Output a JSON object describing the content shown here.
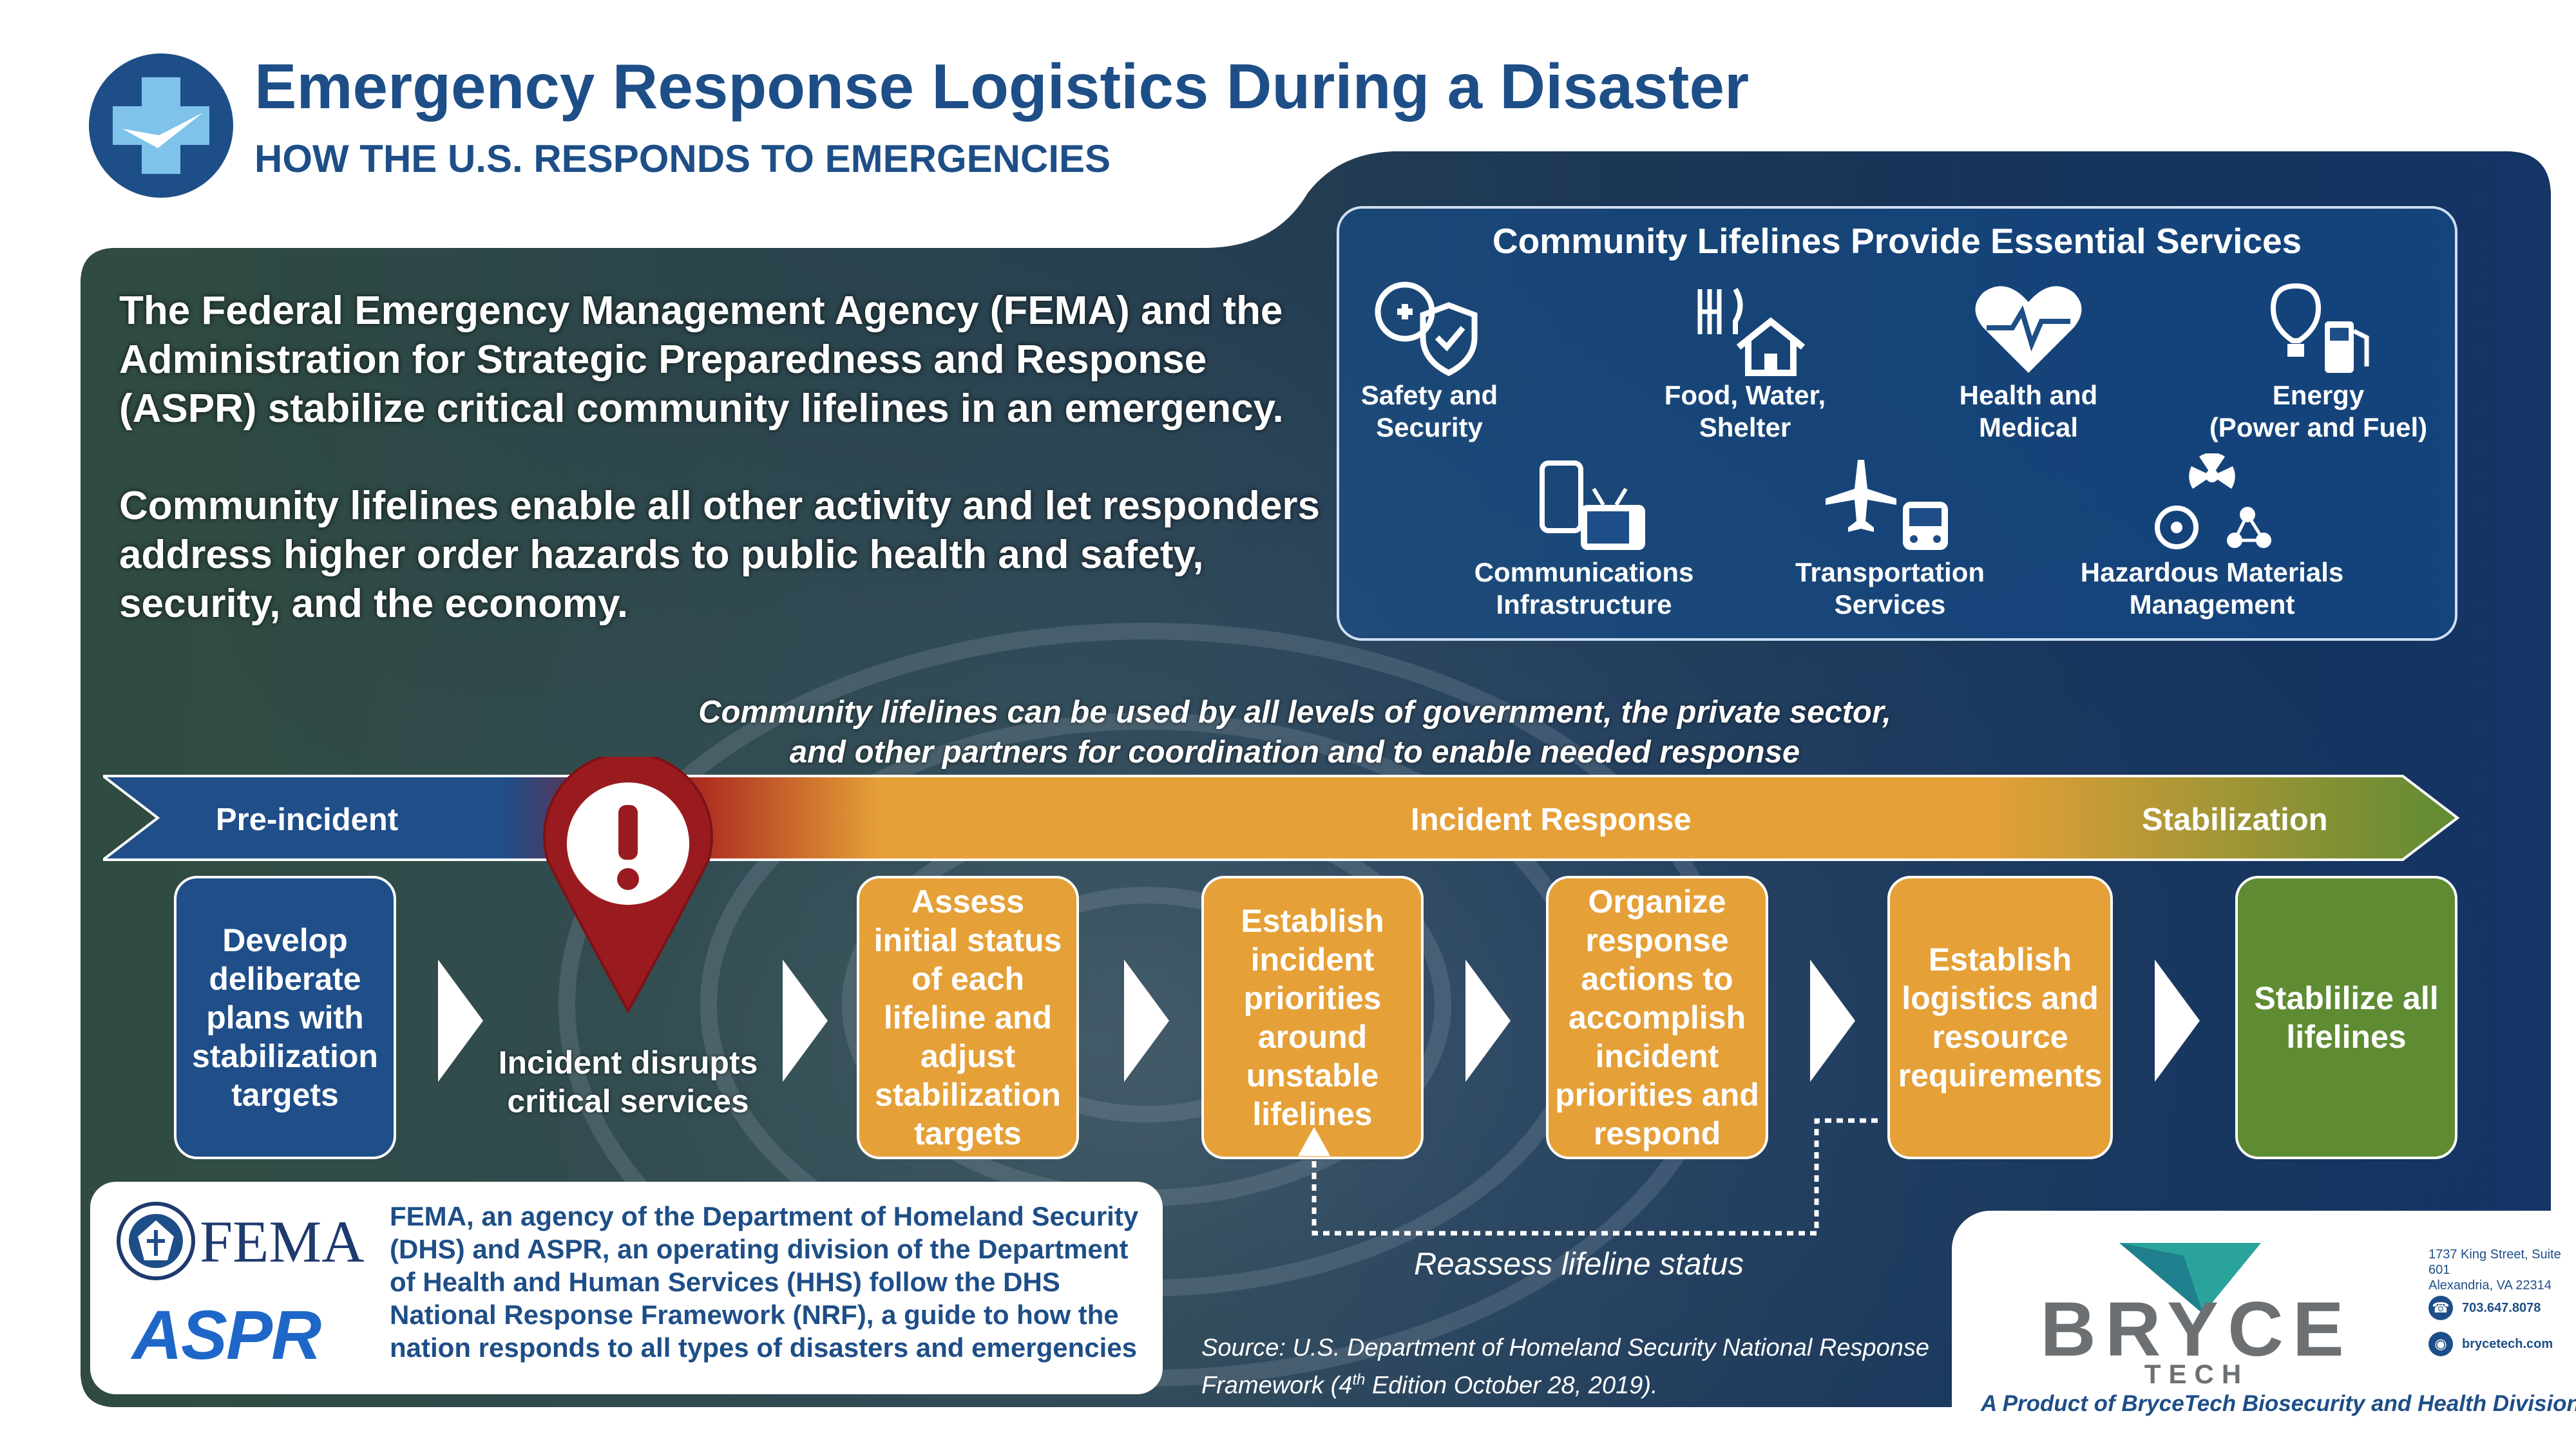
{
  "header": {
    "title": "Emergency Response Logistics During a Disaster",
    "subtitle": "HOW THE U.S. RESPONDS TO EMERGENCIES"
  },
  "intro": {
    "paragraph_1": "The Federal Emergency Management Agency (FEMA) and the Administration for Strategic Preparedness and Response (ASPR) stabilize critical community lifelines in an emergency.",
    "paragraph_2": "Community lifelines enable all other activity and let responders address higher order hazards to public health and safety, security, and the economy."
  },
  "lifelines": {
    "title": "Community Lifelines Provide Essential Services",
    "items": [
      {
        "line1": "Safety and",
        "line2": "Security",
        "icon": "safety-shield-icon"
      },
      {
        "line1": "Food, Water,",
        "line2": "Shelter",
        "icon": "food-shelter-icon"
      },
      {
        "line1": "Health and",
        "line2": "Medical",
        "icon": "heart-pulse-icon"
      },
      {
        "line1": "Energy",
        "line2": "(Power and Fuel)",
        "icon": "energy-icon"
      },
      {
        "line1": "Communications",
        "line2": "Infrastructure",
        "icon": "communications-icon"
      },
      {
        "line1": "Transportation",
        "line2": "Services",
        "icon": "transportation-icon"
      },
      {
        "line1": "Hazardous Materials",
        "line2": "Management",
        "icon": "hazmat-icon"
      }
    ]
  },
  "coordination": {
    "line1": "Community lifelines can be used by all levels of government, the private sector,",
    "line2": "and other partners for coordination and to enable needed response"
  },
  "timeline": {
    "phases": {
      "pre": "Pre-incident",
      "response": "Incident Response",
      "stabilization": "Stabilization"
    },
    "colors": {
      "blue": "#1f4e89",
      "red": "#a3191c",
      "orange": "#e5a038",
      "green": "#5f8b33"
    }
  },
  "steps": {
    "develop": "Develop deliberate plans with stabilization targets",
    "incident": "Incident disrupts critical services",
    "assess": "Assess initial status of each lifeline and adjust stabilization targets",
    "priorities": "Establish incident priorities around unstable lifelines",
    "organize": "Organize response actions to accomplish incident priorities and respond",
    "logistics": "Establish logistics and resource requirements",
    "stabilize": "Stablilize all lifelines"
  },
  "reassess": "Reassess lifeline status",
  "agencies": {
    "fema_wordmark": "FEMA",
    "aspr_wordmark": "ASPR",
    "text": "FEMA, an agency of the Department of Homeland Security (DHS) and ASPR, an operating division of the Department of Health and Human Services (HHS) follow the DHS National Response Framework (NRF), a guide to how the nation responds to all types of disasters and emergencies"
  },
  "source": {
    "prefix": "Source: U.S. Department of Homeland Security National Response Framework (4",
    "sup": "th",
    "suffix": " Edition October 28, 2019)."
  },
  "brycetech": {
    "address_1": "1737 King Street, Suite 601",
    "address_2": "Alexandria, VA 22314",
    "phone": "703.647.8078",
    "web": "brycetech.com",
    "tagline": "A Product of BryceTech Biosecurity and Health Division"
  }
}
